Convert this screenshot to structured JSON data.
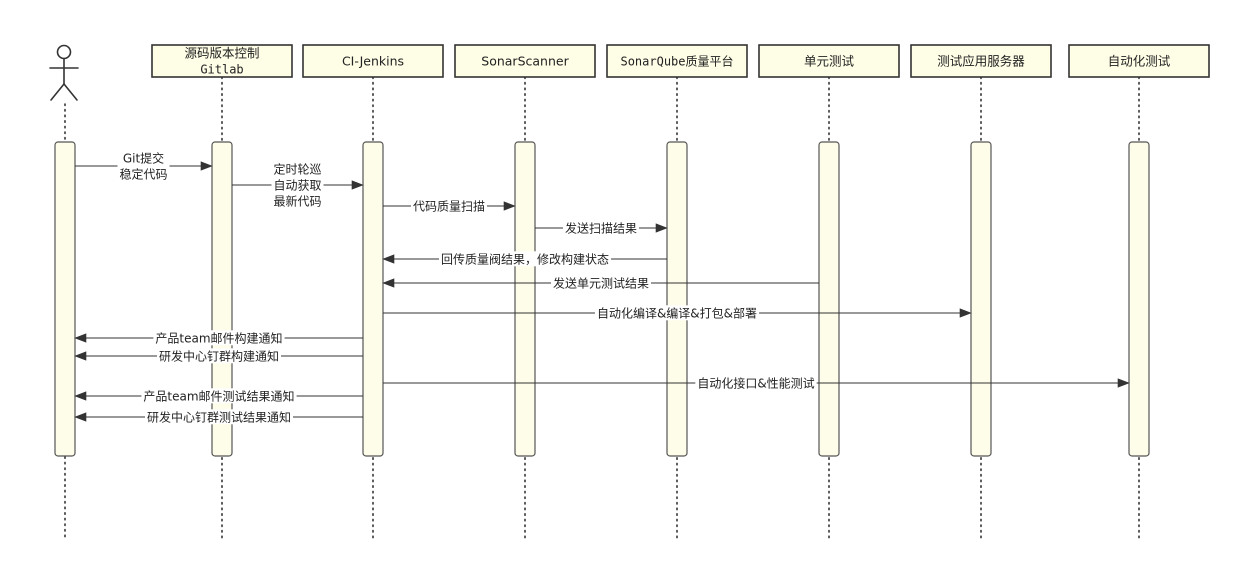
{
  "actor": {
    "icon": "stick-figure-icon"
  },
  "participants": [
    {
      "lines": [
        "源码版本控制",
        "Gitlab"
      ]
    },
    {
      "lines": [
        "CI-Jenkins"
      ]
    },
    {
      "lines": [
        "SonarScanner"
      ]
    },
    {
      "lines": [
        "SonarQube质量平台"
      ]
    },
    {
      "lines": [
        "单元测试"
      ]
    },
    {
      "lines": [
        "测试应用服务器"
      ]
    },
    {
      "lines": [
        "自动化测试"
      ]
    }
  ],
  "messages": [
    {
      "from": 0,
      "to": 1,
      "lines": [
        "Git提交",
        "稳定代码"
      ]
    },
    {
      "from": 1,
      "to": 2,
      "lines": [
        "定时轮巡",
        "自动获取",
        "最新代码"
      ]
    },
    {
      "from": 2,
      "to": 3,
      "lines": [
        "代码质量扫描"
      ]
    },
    {
      "from": 3,
      "to": 4,
      "lines": [
        "发送扫描结果"
      ]
    },
    {
      "from": 4,
      "to": 2,
      "lines": [
        "回传质量阀结果，修改构建状态"
      ]
    },
    {
      "from": 5,
      "to": 2,
      "lines": [
        "发送单元测试结果"
      ]
    },
    {
      "from": 2,
      "to": 6,
      "lines": [
        "自动化编译&编译&打包&部署"
      ]
    },
    {
      "from": 2,
      "to": 0,
      "lines": [
        "产品team邮件构建通知"
      ]
    },
    {
      "from": 2,
      "to": 0,
      "lines": [
        "研发中心钉群构建通知"
      ]
    },
    {
      "from": 2,
      "to": 7,
      "lines": [
        "自动化接口&性能测试"
      ]
    },
    {
      "from": 2,
      "to": 0,
      "lines": [
        "产品team邮件测试结果通知"
      ]
    },
    {
      "from": 2,
      "to": 0,
      "lines": [
        "研发中心钉群测试结果通知"
      ]
    }
  ],
  "colors": {
    "stroke": "#333333",
    "box_fill": "#fefde6",
    "bar_fill": "#fdfdea",
    "bar_stroke": "#555555",
    "label_bg": "#ffffff"
  }
}
